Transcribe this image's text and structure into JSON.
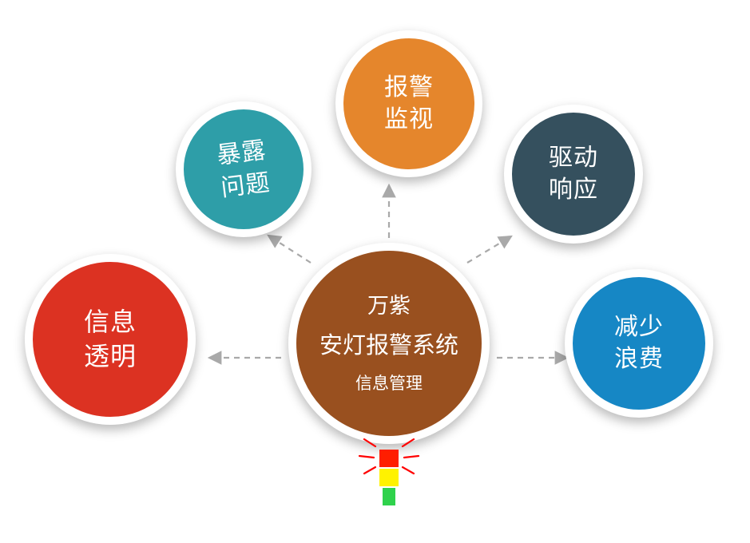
{
  "diagram": {
    "center": {
      "line1": "万紫",
      "line2": "安灯报警系统",
      "line3": "信息管理",
      "color": "#99501F"
    },
    "satellites": [
      {
        "id": "alarm-monitoring",
        "label": "报警\n监视",
        "color": "#E5862C"
      },
      {
        "id": "expose-problems",
        "label": "暴露\n问题",
        "color": "#2E9EA8"
      },
      {
        "id": "drive-response",
        "label": "驱动\n响应",
        "color": "#35505E"
      },
      {
        "id": "info-transparency",
        "label": "信息\n透明",
        "color": "#DC3222"
      },
      {
        "id": "reduce-waste",
        "label": "减少\n浪费",
        "color": "#1687C5"
      }
    ],
    "arrow_color": "#A9A9A9",
    "andon_light": {
      "red": "#FF1E00",
      "yellow": "#FFF200",
      "green": "#2FD24C",
      "ray": "#FF0000"
    }
  }
}
